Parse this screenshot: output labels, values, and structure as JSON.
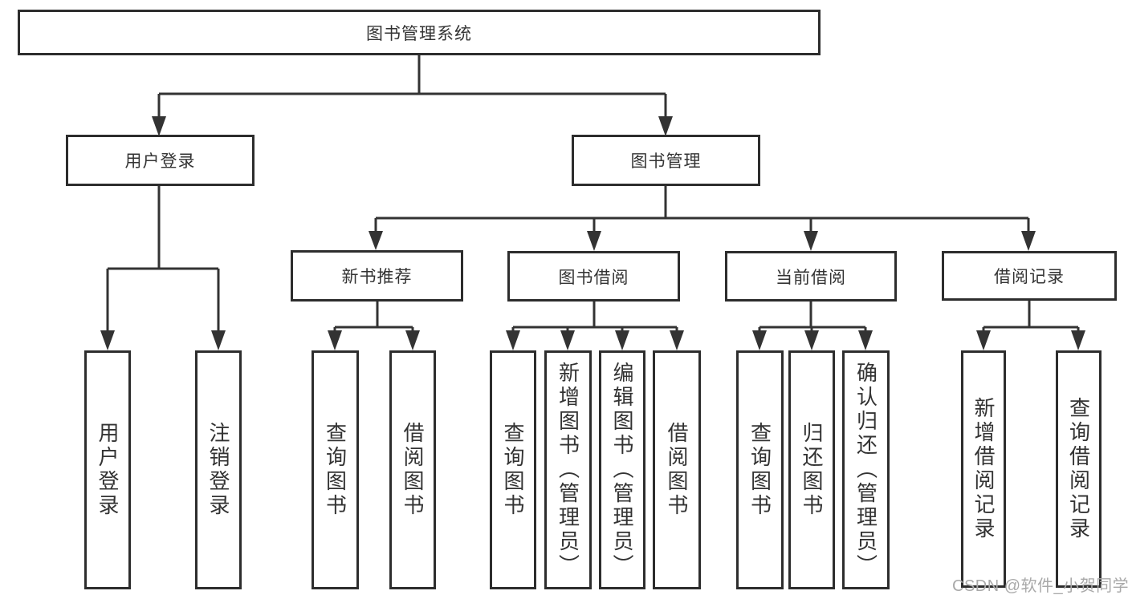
{
  "diagram_title": "图书管理系统",
  "tree": {
    "label": "图书管理系统",
    "children": [
      {
        "label": "用户登录",
        "children": [
          {
            "label": "用户登录"
          },
          {
            "label": "注销登录"
          }
        ]
      },
      {
        "label": "图书管理",
        "children": [
          {
            "label": "新书推荐",
            "children": [
              {
                "label": "查询图书"
              },
              {
                "label": "借阅图书"
              }
            ]
          },
          {
            "label": "图书借阅",
            "children": [
              {
                "label": "查询图书"
              },
              {
                "label": "新增图书（管理员）"
              },
              {
                "label": "编辑图书（管理员）"
              },
              {
                "label": "借阅图书"
              }
            ]
          },
          {
            "label": "当前借阅",
            "children": [
              {
                "label": "查询图书"
              },
              {
                "label": "归还图书"
              },
              {
                "label": "确认归还（管理员）"
              }
            ]
          },
          {
            "label": "借阅记录",
            "children": [
              {
                "label": "新增借阅记录"
              },
              {
                "label": "查询借阅记录"
              }
            ]
          }
        ]
      }
    ]
  },
  "watermark": {
    "text": "CSDN @软件_小贺同学"
  },
  "colors": {
    "line": "#333333",
    "box_border": "#2d2d2d",
    "text": "#333333",
    "watermark": "#a9a9a9",
    "background": "#ffffff"
  }
}
